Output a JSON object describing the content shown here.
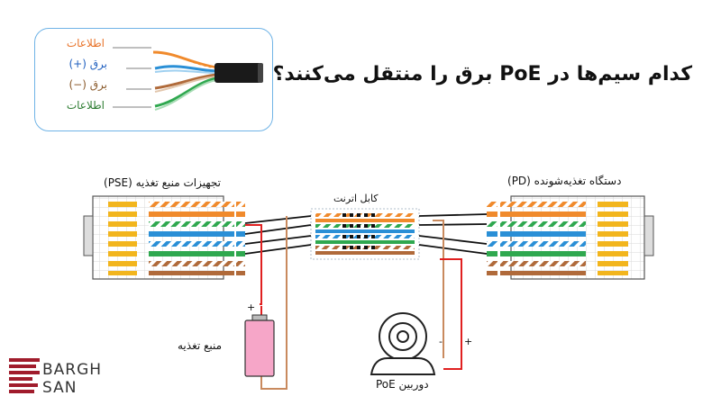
{
  "title": "کدام سیم‌ها در PoE برق را منتقل می‌کنند؟",
  "legend": {
    "items": [
      {
        "label": "اطلاعات",
        "color": "#e8732a"
      },
      {
        "label": "برق (+)",
        "color": "#1f5fbf"
      },
      {
        "label": "برق (−)",
        "color": "#8a5a2b"
      },
      {
        "label": "اطلاعات",
        "color": "#2e7d32"
      }
    ]
  },
  "pse_label": "تجهیزات منبع تغذیه (PSE)",
  "pd_label": "دستگاه تغذیه‌شونده (PD)",
  "cable_label": "کابل اترنت",
  "power_supply_label": "منبع تغذیه",
  "camera_label": "دوربین PoE",
  "plus_sign": "+",
  "minus_sign": "-",
  "logo": {
    "line1": "BARGH",
    "line2": "SAN"
  },
  "wire_colors": {
    "orange": "#f08a2c",
    "green": "#2fa84f",
    "blue": "#2a8fd6",
    "brown": "#b06a3a",
    "red": "#e02020",
    "copper": "#c98a5e",
    "gold": "#f2b51d"
  }
}
